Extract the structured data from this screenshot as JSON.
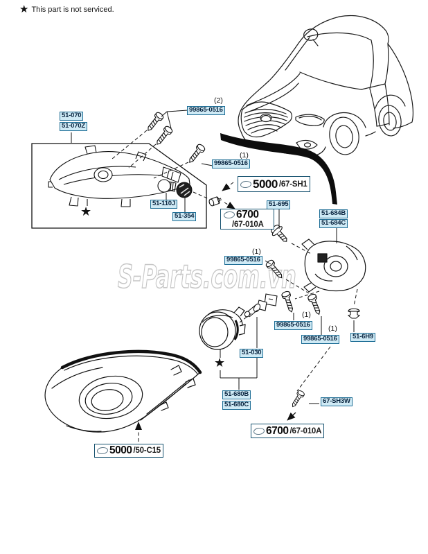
{
  "note": {
    "star": "★",
    "text": "This part is not serviced."
  },
  "watermark": {
    "text": "S-Parts.com.vn"
  },
  "stars": {
    "headlight": "★",
    "foglamp": "★"
  },
  "qty_labels": [
    {
      "text": "(2)"
    },
    {
      "text": "(1)"
    },
    {
      "text": "(1)"
    },
    {
      "text": "(1)"
    },
    {
      "text": "(1)"
    }
  ],
  "part_labels": [
    {
      "text": "51-070"
    },
    {
      "text": "51-070Z"
    },
    {
      "text": "99865-0516"
    },
    {
      "text": "99865-0516"
    },
    {
      "text": "51-110J"
    },
    {
      "text": "51-354"
    },
    {
      "text": "51-695"
    },
    {
      "text": "51-684B"
    },
    {
      "text": "51-684C"
    },
    {
      "text": "99865-0516"
    },
    {
      "text": "99865-0516"
    },
    {
      "text": "99865-0516"
    },
    {
      "text": "51-6H9"
    },
    {
      "text": "51-030"
    },
    {
      "text": "51-680B"
    },
    {
      "text": "51-680C"
    },
    {
      "text": "67-SH3W"
    }
  ],
  "ref_boxes": [
    {
      "number": "5000",
      "suffix": "/67-SH1"
    },
    {
      "number": "6700",
      "suffix": "/67-010A"
    },
    {
      "number": "6700",
      "suffix": "/67-010A"
    },
    {
      "number": "5000",
      "suffix": "/50-C15"
    }
  ],
  "colors": {
    "label_bg": "#cfeaf5",
    "label_border": "#1d6d95",
    "label_text": "#0a2540",
    "line": "#111111",
    "watermark": "#c6c6c6"
  }
}
